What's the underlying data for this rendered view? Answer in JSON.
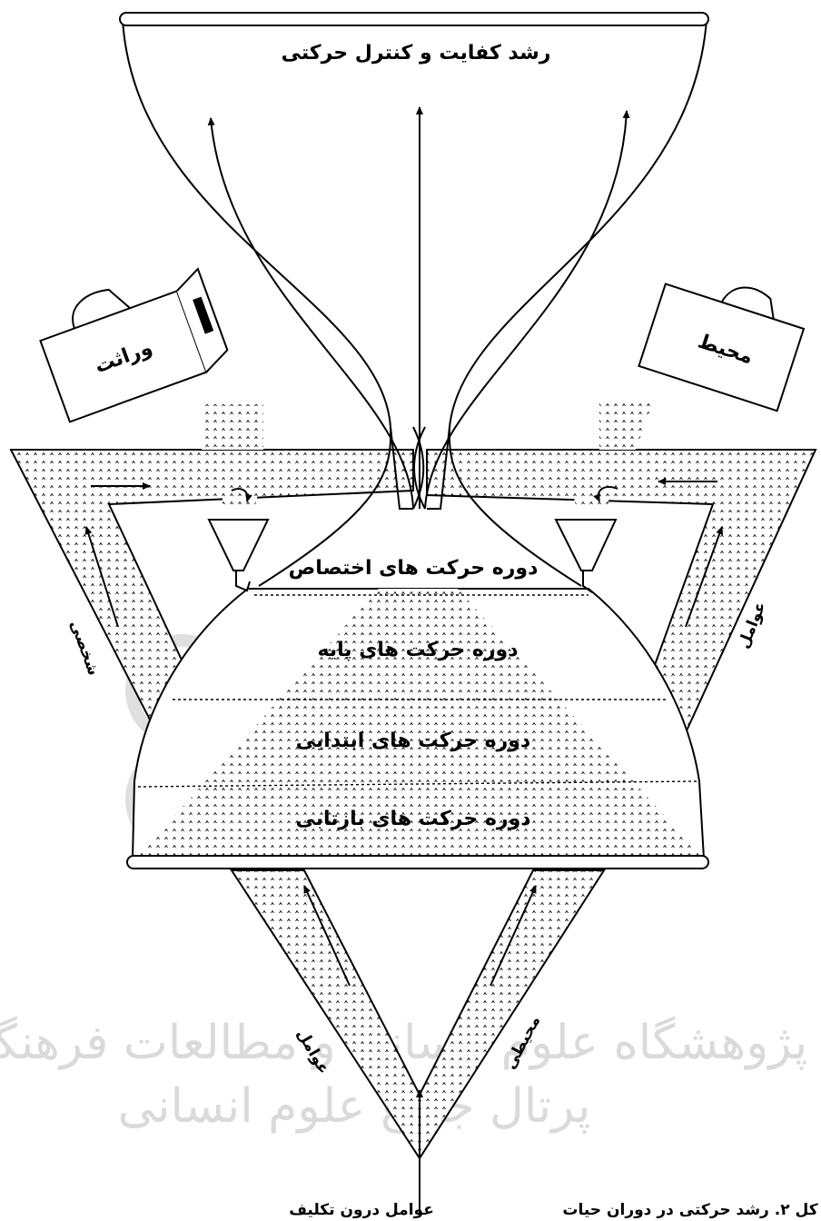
{
  "diagram": {
    "title": "رشد کفایت و کنترل حرکتی",
    "heredity": "وراثت",
    "environment": "محیط",
    "periods": [
      "دوره حرکت های اختصاص",
      "دوره حرکت های پایه",
      "دوره حرکت های ابتدایی",
      "دوره حرکت های بازتابی"
    ],
    "left_triangle_label": "شخصی",
    "right_triangle_label": "عوامل",
    "bottom_left_label": "عوامل",
    "bottom_right_label": "محیطی",
    "bottom_caption": "عوامل درون تکلیف",
    "figure_caption": "کل ۲. رشد حرکتی در دوران حیات"
  },
  "watermark": {
    "line1": "پژوهشگاه علوم انسانی و مطالعات فرهنگی",
    "line2": "پرتال جامع علوم انسانی"
  }
}
